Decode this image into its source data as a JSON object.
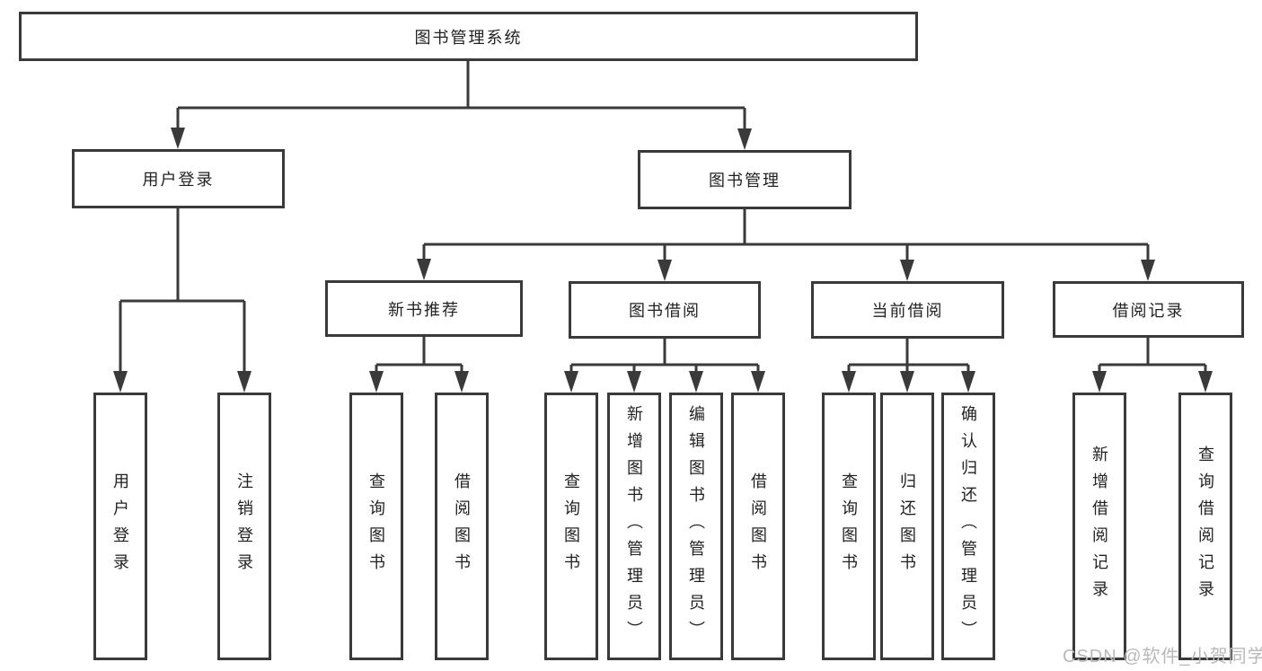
{
  "diagram": {
    "root": "图书管理系统",
    "branches": {
      "user_login": {
        "label": "用户登录",
        "children": [
          "用户登录",
          "注销登录"
        ]
      },
      "book_mgmt": {
        "label": "图书管理",
        "children": [
          {
            "label": "新书推荐",
            "children": [
              "查询图书",
              "借阅图书"
            ]
          },
          {
            "label": "图书借阅",
            "children": [
              "查询图书",
              "新增图书（管理员）",
              "编辑图书（管理员）",
              "借阅图书"
            ]
          },
          {
            "label": "当前借阅",
            "children": [
              "查询图书",
              "归还图书",
              "确认归还（管理员）"
            ]
          },
          {
            "label": "借阅记录",
            "children": [
              "新增借阅记录",
              "查询借阅记录"
            ]
          }
        ]
      }
    }
  },
  "watermark": "CSDN @软件_小贺同学",
  "colors": {
    "line": "#3a3a3a",
    "text": "#222222",
    "background": "#ffffff",
    "watermark": "#b9b9b9"
  }
}
